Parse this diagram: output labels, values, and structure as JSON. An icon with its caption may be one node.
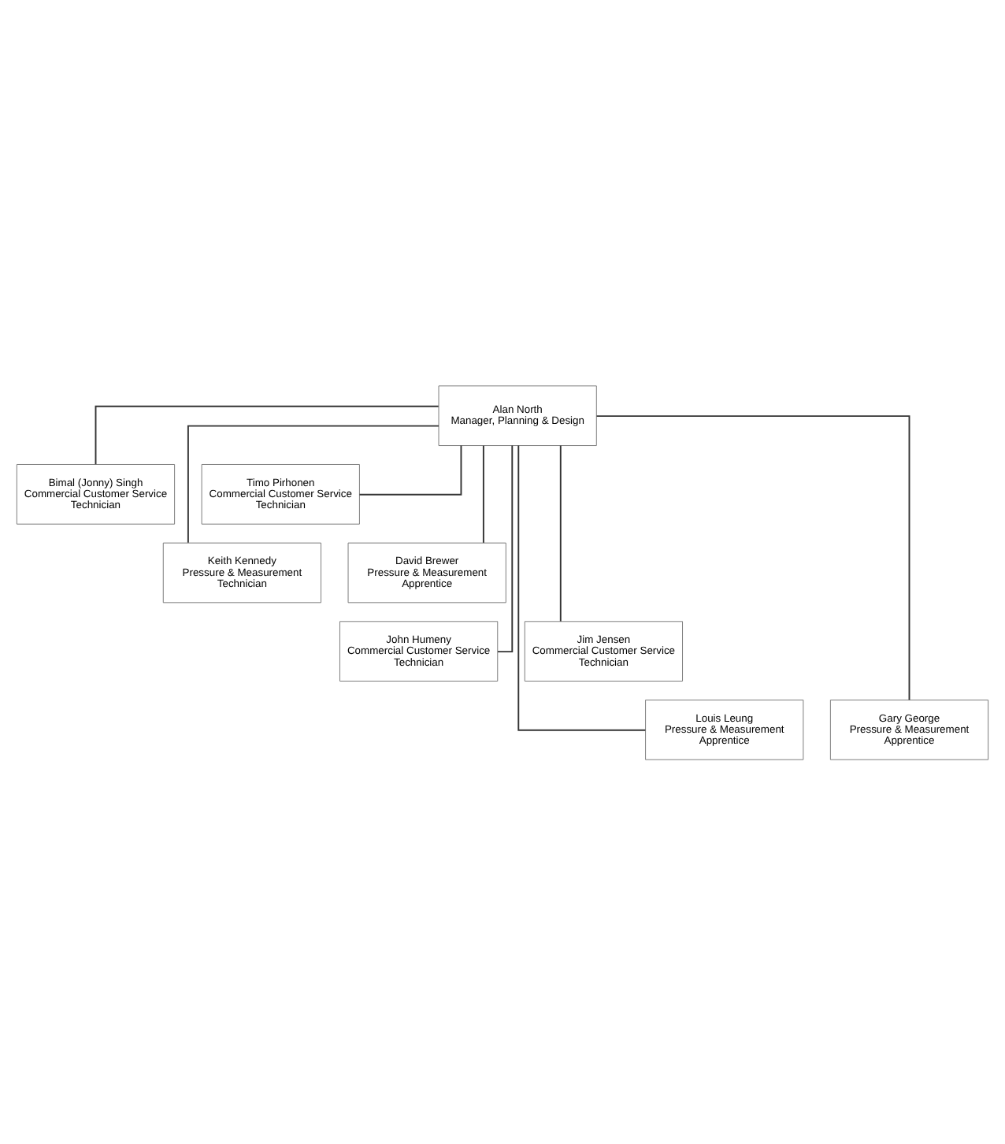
{
  "diagram": {
    "nodes": [
      {
        "text": [
          "Alan North",
          "Manager, Planning & Design"
        ]
      },
      {
        "text": [
          "Bimal (Jonny) Singh",
          "Commercial Customer Service Technician"
        ]
      },
      {
        "text": [
          "Timo Pirhonen",
          "Commercial Customer Service Technician"
        ]
      },
      {
        "text": [
          "Keith Kennedy",
          "Pressure & Measurement Technician"
        ]
      },
      {
        "text": [
          "David Brewer",
          "Pressure & Measurement Apprentice"
        ]
      },
      {
        "text": [
          "John Humeny",
          "Commercial Customer Service Technician"
        ]
      },
      {
        "text": [
          "Jim Jensen",
          "Commercial Customer Service Technician"
        ]
      },
      {
        "text": [
          "Louis Leung",
          "Pressure & Measurement Apprentice"
        ]
      },
      {
        "text": [
          "Gary George",
          "Pressure & Measurement Apprentice"
        ]
      }
    ],
    "edges": [
      {
        "from": 0,
        "to": 1,
        "arrow": "none"
      },
      {
        "from": 0,
        "to": 2,
        "arrow": "none"
      },
      {
        "from": 0,
        "to": 3,
        "arrow": "none"
      },
      {
        "from": 0,
        "to": 4,
        "arrow": "none"
      },
      {
        "from": 0,
        "to": 5,
        "arrow": "none"
      },
      {
        "from": 0,
        "to": 6,
        "arrow": "none"
      },
      {
        "from": 0,
        "to": 7,
        "arrow": "none"
      },
      {
        "from": 0,
        "to": 8,
        "arrow": "none"
      }
    ]
  }
}
